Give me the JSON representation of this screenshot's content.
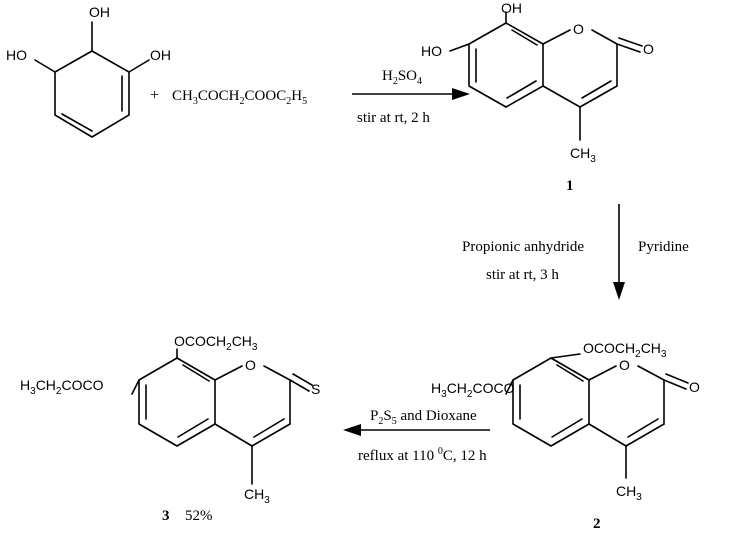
{
  "reactant": {
    "oh_top": "OH",
    "oh_left": "HO",
    "oh_right": "OH",
    "plus": "+",
    "reagent": {
      "p1": "CH",
      "s1": "3",
      "p2": "COCH",
      "s2": "2",
      "p3": "COOC",
      "s3": "2",
      "p4": "H",
      "s4": "5"
    }
  },
  "step1": {
    "acid": {
      "p1": "H",
      "s1": "2",
      "p2": "SO",
      "s2": "4"
    },
    "conditions": "stir at rt, 2 h"
  },
  "compound1": {
    "label": "1",
    "oh_top": "OH",
    "oh_left": "HO",
    "ring_o": "O",
    "carbonyl_o": "O",
    "methyl": {
      "p1": "CH",
      "s1": "3"
    }
  },
  "step2": {
    "reagent": "Propionic anhydride",
    "conditions": "stir at rt, 3 h",
    "base": "Pyridine"
  },
  "compound2": {
    "label": "2",
    "top_group": {
      "p1": "OCOCH",
      "s1": "2",
      "p2": "CH",
      "s2": "3"
    },
    "left_group": {
      "p1": "H",
      "s1": "3",
      "p2": "CH",
      "s2": "2",
      "p3": "COCO"
    },
    "ring_o": "O",
    "carbonyl_o": "O",
    "methyl": {
      "p1": "CH",
      "s1": "3"
    }
  },
  "step3": {
    "reagent": {
      "p1": "P",
      "s1": "2",
      "p2": "S",
      "s2": "5",
      "p3": " and Dioxane"
    },
    "conditions": {
      "p1": "reflux at 110 ",
      "sup": "0",
      "p2": "C, 12 h"
    }
  },
  "compound3": {
    "label": "3",
    "yield": "52%",
    "top_group": {
      "p1": "OCOCH",
      "s1": "2",
      "p2": "CH",
      "s2": "3"
    },
    "left_group": {
      "p1": "H",
      "s1": "3",
      "p2": "CH",
      "s2": "2",
      "p3": "COCO"
    },
    "ring_o": "O",
    "thione_s": "S",
    "methyl": {
      "p1": "CH",
      "s1": "3"
    }
  }
}
